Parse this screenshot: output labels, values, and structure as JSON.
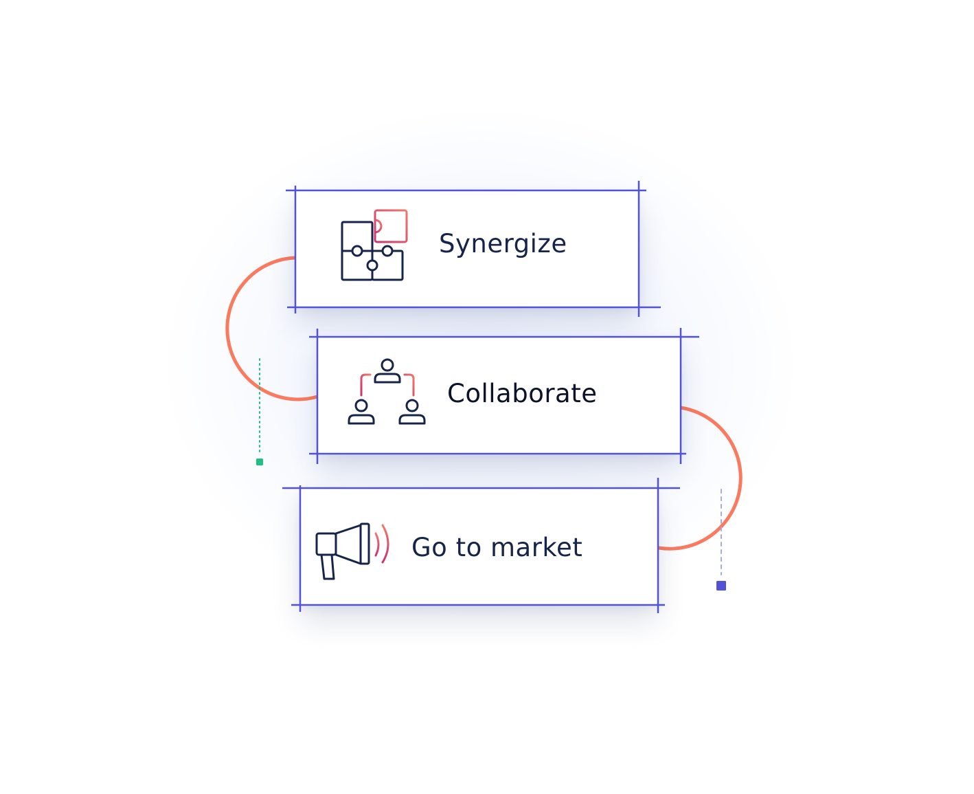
{
  "steps": [
    {
      "label": "Synergize",
      "icon": "puzzle-icon"
    },
    {
      "label": "Collaborate",
      "icon": "people-network-icon"
    },
    {
      "label": "Go to market",
      "icon": "megaphone-icon"
    }
  ],
  "colors": {
    "frame": "#5252d8",
    "connector": "#fa7a5f",
    "text": "#16244a",
    "icon_dark": "#16244a",
    "icon_accent_start": "#c8356f",
    "icon_accent_end": "#f0786a",
    "marker_green": "#1ec083",
    "marker_blue": "#5252d8"
  }
}
